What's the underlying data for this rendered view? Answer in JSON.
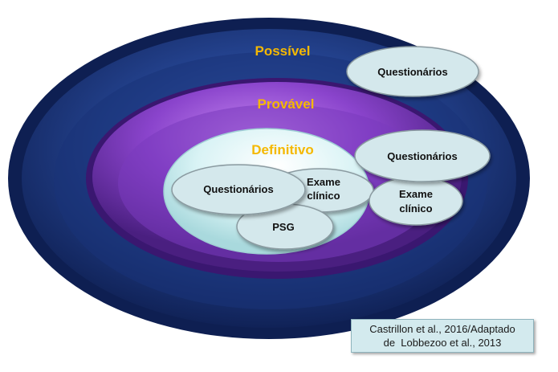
{
  "levels": {
    "possivel": "Possível",
    "provavel": "Provável",
    "definitivo": "Definitivo"
  },
  "nodes": {
    "possivel_questionarios": "Questionários",
    "provavel_questionarios": "Questionários",
    "provavel_exame_line1": "Exame",
    "provavel_exame_line2": "clínico",
    "definitivo_questionarios": "Questionários",
    "definitivo_exame_line1": "Exame",
    "definitivo_exame_line2": "clínico",
    "definitivo_psg": "PSG"
  },
  "citation": {
    "line1": "Castrillon et al., 2016/Adaptado",
    "line2": "de  Lobbezoo et al., 2013"
  },
  "colors": {
    "outer_dark": "#152a66",
    "outer_mid": "#2a4a9a",
    "purple_dark": "#5a2890",
    "purple_mid": "#a55ee0",
    "inner_light": "#dff5f7",
    "node_fill": "#d4e8ec",
    "node_stroke": "#8a9aa0",
    "label_gold": "#f5b800"
  }
}
